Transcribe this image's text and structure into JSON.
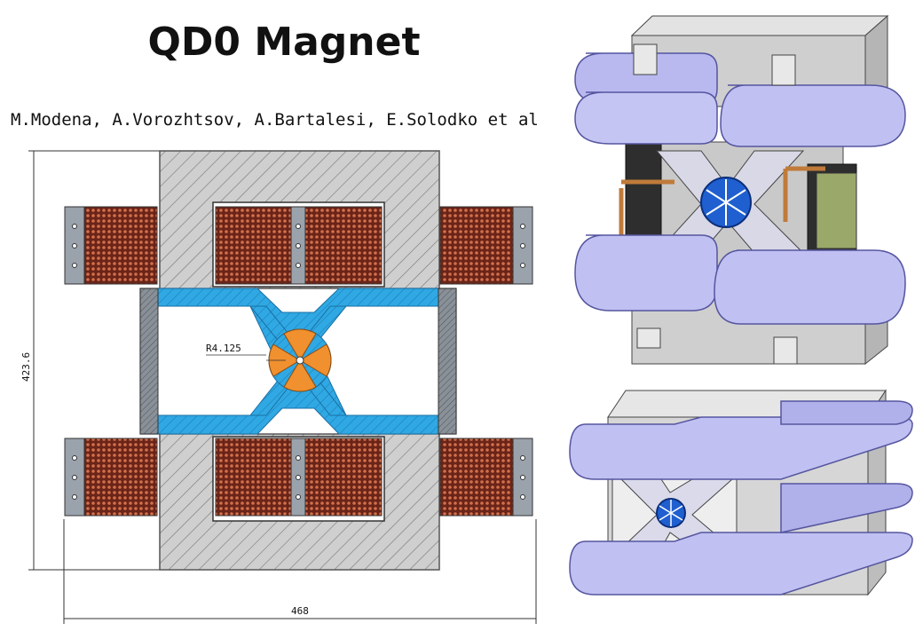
{
  "slide": {
    "title": "QD0 Magnet",
    "authors": "M.Modena, A.Vorozhtsov, A.Bartalesi, E.Solodko et al"
  },
  "drawing": {
    "dim_height": "423.6",
    "dim_width": "468",
    "radius_label": "R4.125"
  },
  "colors": {
    "yoke": "#c8c8c8",
    "coil": "#6b2a1f",
    "pole": "#2aa6e0",
    "pm": "#f09030",
    "render_coil": "#b8b8ee",
    "render_body": "#d0d0d0",
    "render_center": "#1f5fd0"
  }
}
